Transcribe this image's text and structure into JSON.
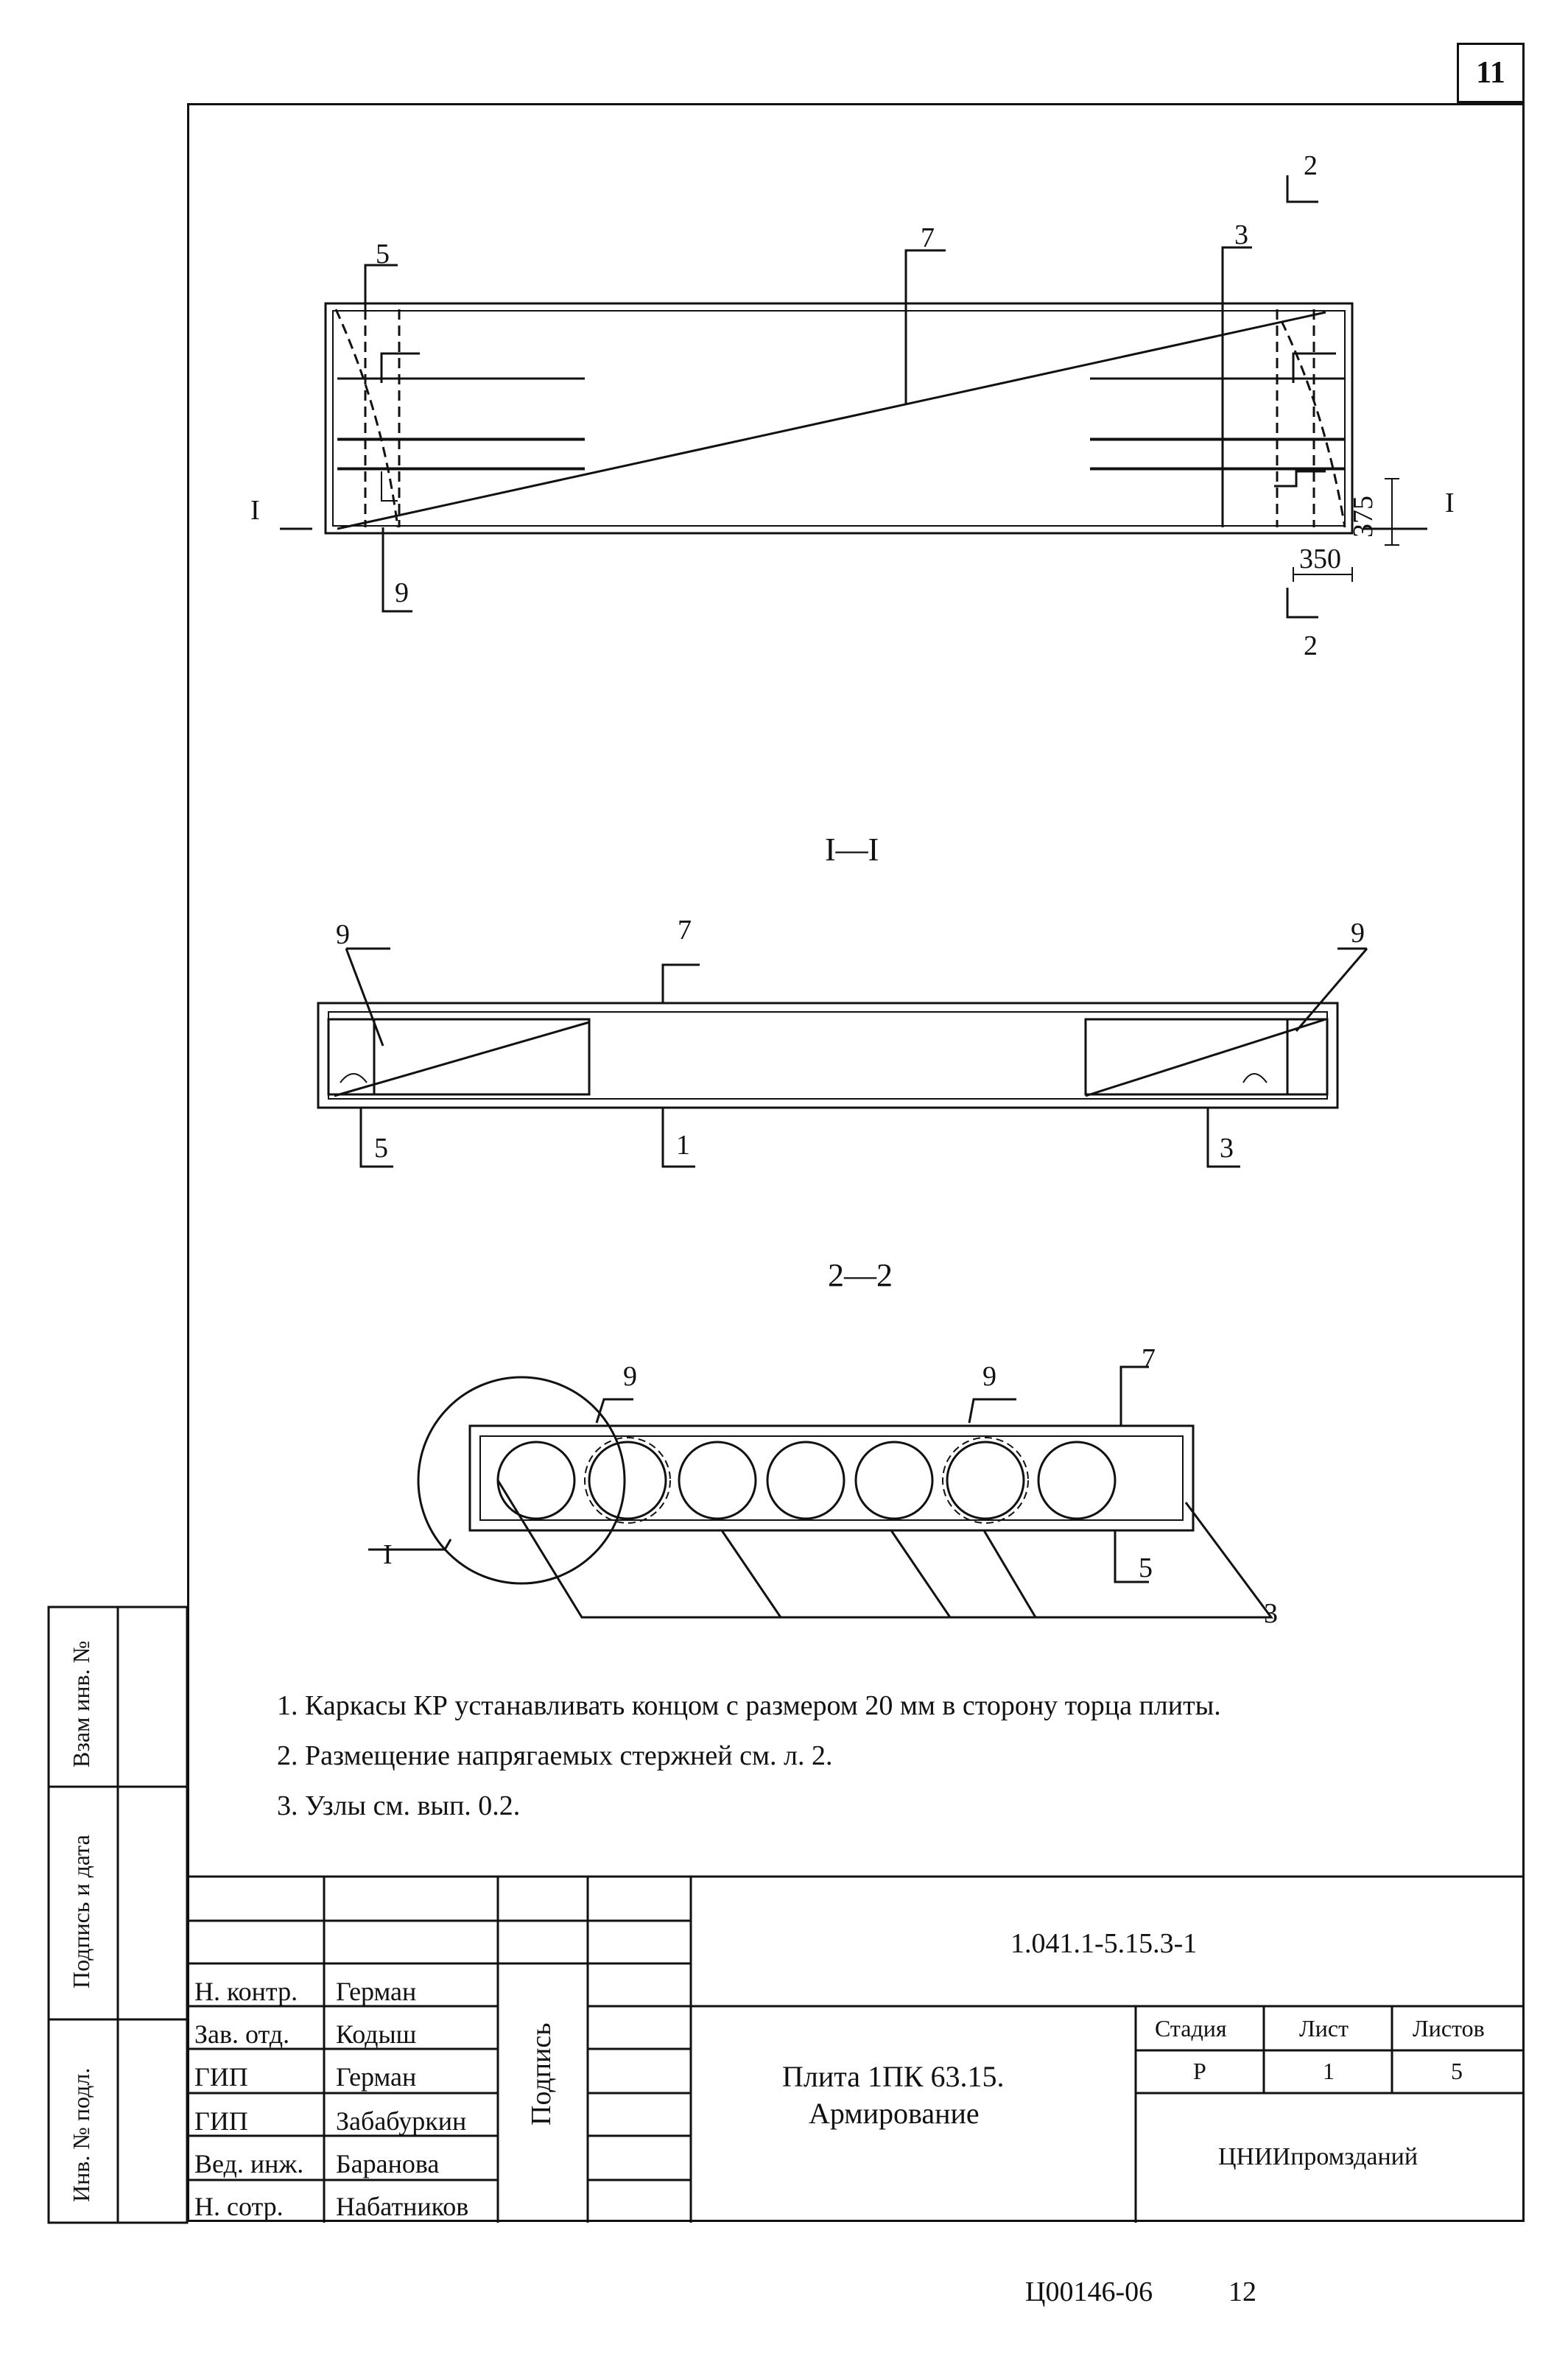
{
  "sheet_number": "11",
  "section_labels": {
    "section_1": "I—I",
    "section_2": "2—2"
  },
  "plan_labels": {
    "p5": "5",
    "p7": "7",
    "p3": "3",
    "p9": "9",
    "cut_top": "2",
    "cut_bottom": "2",
    "cut_left": "I",
    "cut_right": "I",
    "dim_375": "375",
    "dim_350": "350"
  },
  "section1_labels": {
    "p9_left": "9",
    "p7": "7",
    "p9_right": "9",
    "p5": "5",
    "p1": "1",
    "p3": "3"
  },
  "section2_labels": {
    "p9_a": "9",
    "p9_b": "9",
    "p7": "7",
    "p5": "5",
    "p3": "3",
    "node_I": "I"
  },
  "notes": [
    "1. Каркасы КР устанавливать концом с размером 20 мм в сторону торца плиты.",
    "2. Размещение напрягаемых стержней см. л. 2.",
    "3. Узлы см. вып. 0.2."
  ],
  "side_fields": {
    "vzam": "Взам инв. №",
    "podpis_data": "Подпись и дата",
    "inv_podl": "Инв. № подл."
  },
  "title_block": {
    "doc_code": "1.041.1-5.15.3-1",
    "title_line1": "Плита 1ПК 63.15.",
    "title_line2": "Армирование",
    "signature_header": "Подпись",
    "stage_header": "Стадия",
    "sheet_header": "Лист",
    "sheets_header": "Листов",
    "stage": "Р",
    "sheet": "1",
    "sheets": "5",
    "organization": "ЦНИИпромзданий",
    "staff": [
      {
        "role": "Н. контр.",
        "name": "Герман"
      },
      {
        "role": "Зав. отд.",
        "name": "Кодыш"
      },
      {
        "role": "ГИП",
        "name": "Герман"
      },
      {
        "role": "ГИП",
        "name": "Забабуркин"
      },
      {
        "role": "Вед. инж.",
        "name": "Баранова"
      },
      {
        "role": "Н. сотр.",
        "name": "Набатников"
      }
    ]
  },
  "footer": {
    "code": "Ц00146-06",
    "page": "12"
  }
}
